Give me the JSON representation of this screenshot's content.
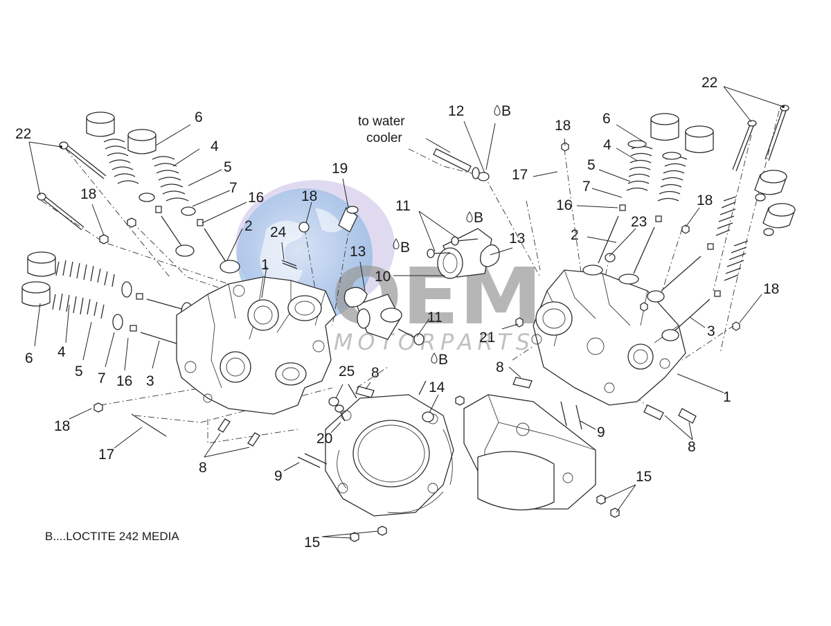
{
  "watermark": {
    "brand": "OEM",
    "sub": "MOTORPARTS",
    "colors": {
      "globe_blue": "#8fb7e0",
      "globe_purple": "#b6a9dc",
      "wordmark_gray": "#9a9a9a"
    }
  },
  "annotations": {
    "water_line1": "to water",
    "water_line2": "cooler",
    "footnote": "B....LOCTITE 242 MEDIA"
  },
  "loctite_marks": [
    "B",
    "B",
    "B",
    "B"
  ],
  "callouts": [
    "22",
    "18",
    "6",
    "4",
    "5",
    "7",
    "16",
    "2",
    "24",
    "1",
    "18",
    "19",
    "6",
    "4",
    "5",
    "7",
    "16",
    "3",
    "18",
    "17",
    "8",
    "25",
    "8",
    "20",
    "9",
    "15",
    "14",
    "12",
    "13",
    "10",
    "11",
    "11",
    "13",
    "21",
    "22",
    "18",
    "17",
    "6",
    "4",
    "5",
    "7",
    "16",
    "2",
    "23",
    "18",
    "18",
    "3",
    "1",
    "8",
    "9",
    "8",
    "15"
  ]
}
